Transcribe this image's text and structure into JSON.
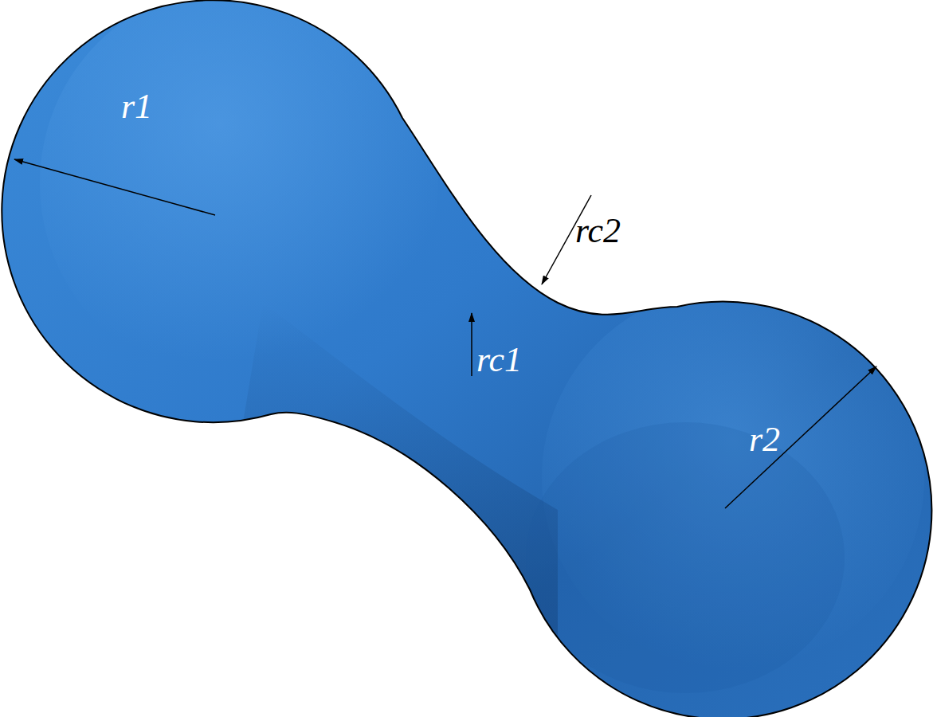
{
  "diagram": {
    "labels": [
      "r1",
      "rc2",
      "rc1",
      "r2"
    ]
  }
}
